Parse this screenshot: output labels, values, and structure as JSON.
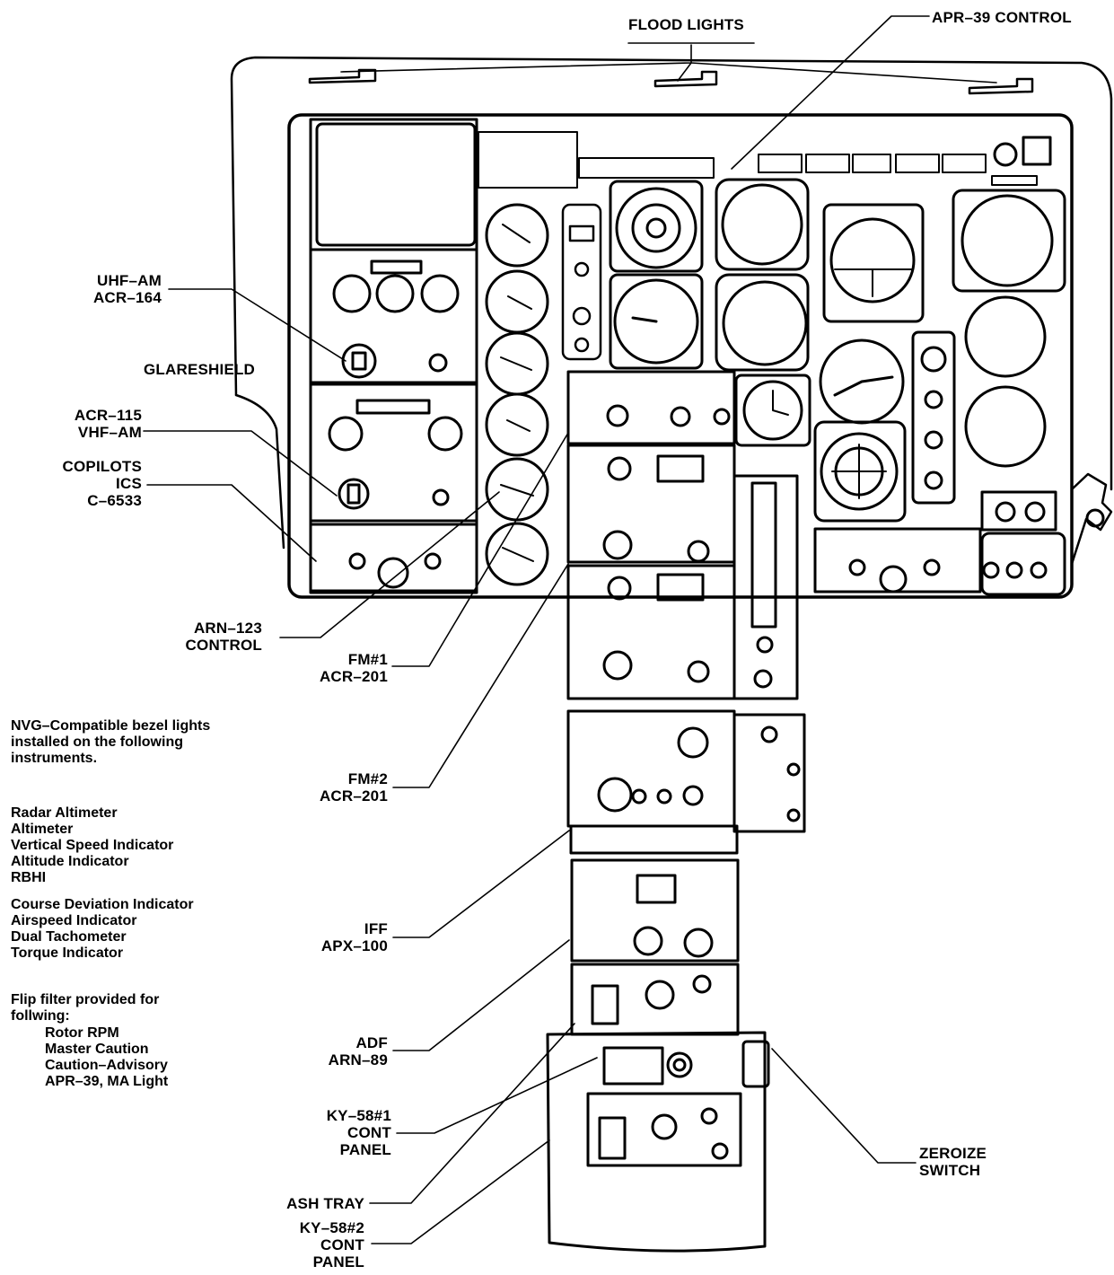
{
  "callouts": {
    "flood_lights": "FLOOD LIGHTS",
    "apr39_control": "APR–39 CONTROL",
    "uhf_am": [
      "UHF–AM",
      "ACR–164"
    ],
    "glareshield": "GLARESHIELD",
    "acr115": [
      "ACR–115",
      "VHF–AM"
    ],
    "copilots_ics": [
      "COPILOTS",
      "ICS",
      "C–6533"
    ],
    "arn123": [
      "ARN–123",
      "CONTROL"
    ],
    "fm1": [
      "FM#1",
      "ACR–201"
    ],
    "fm2": [
      "FM#2",
      "ACR–201"
    ],
    "iff": [
      "IFF",
      "APX–100"
    ],
    "adf": [
      "ADF",
      "ARN–89"
    ],
    "ky58_1": [
      "KY–58#1",
      "CONT",
      "PANEL"
    ],
    "ash_tray": "ASH TRAY",
    "ky58_2": [
      "KY–58#2",
      "CONT",
      "PANEL"
    ],
    "zeroize": [
      "ZEROIZE",
      "SWITCH"
    ]
  },
  "notes": {
    "nvg_intro": [
      "NVG–Compatible bezel lights",
      "installed on the following",
      "instruments."
    ],
    "nvg_list_a": [
      "Radar Altimeter",
      "Altimeter",
      "Vertical Speed Indicator",
      "Altitude Indicator",
      "RBHI"
    ],
    "nvg_list_b": [
      "Course Deviation Indicator",
      "Airspeed Indicator",
      "Dual Tachometer",
      "Torque Indicator"
    ],
    "flip_intro": [
      "Flip filter provided for",
      "follwing:"
    ],
    "flip_list": [
      "Rotor RPM",
      "Master Caution",
      "Caution–Advisory",
      "APR–39, MA Light"
    ]
  }
}
